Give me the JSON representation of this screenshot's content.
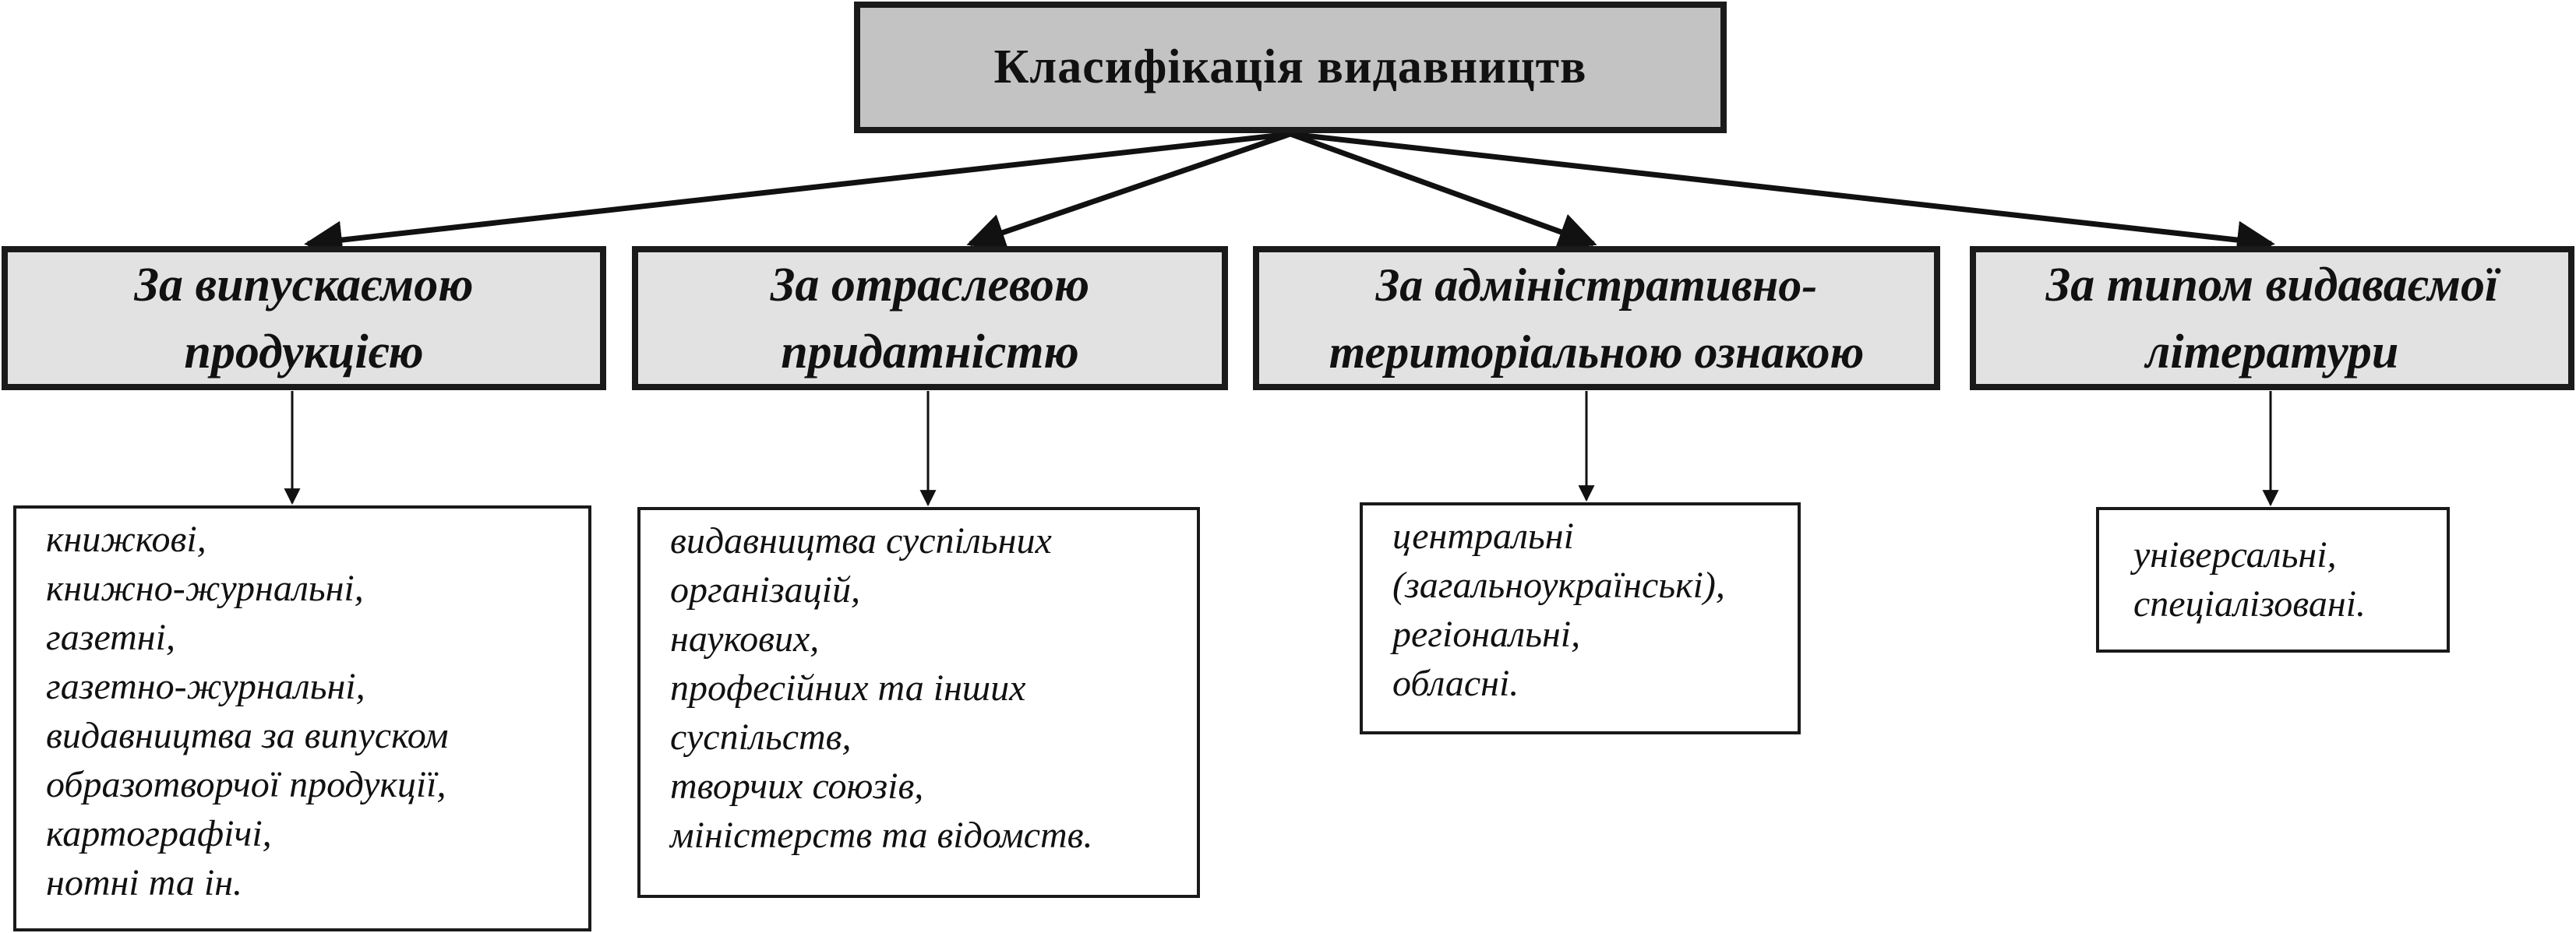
{
  "title": "Класифікація видавництв",
  "categories": [
    {
      "title_lines": [
        "За випускаємою",
        "продукцією"
      ],
      "items": [
        "книжкові,",
        "книжно-журнальні,",
        "газетні,",
        "газетно-журнальні,",
        "видавництва за випуском",
        "образотворчої продукції,",
        "картографічі,",
        "нотні та ін."
      ]
    },
    {
      "title_lines": [
        "За отраслевою",
        "придатністю"
      ],
      "items": [
        "видавництва суспільних",
        "організацій,",
        "наукових,",
        "професійних та інших",
        "суспільств,",
        "творчих союзів,",
        "міністерств та відомств."
      ]
    },
    {
      "title_lines": [
        "За адміністративно-",
        "територіальною ознакою"
      ],
      "items": [
        "центральні",
        "(загальноукраїнські),",
        "регіональні,",
        "обласні."
      ]
    },
    {
      "title_lines": [
        "За типом видаваємої",
        "літератури"
      ],
      "items": [
        "універсальні,",
        "спеціалізовані."
      ]
    }
  ]
}
